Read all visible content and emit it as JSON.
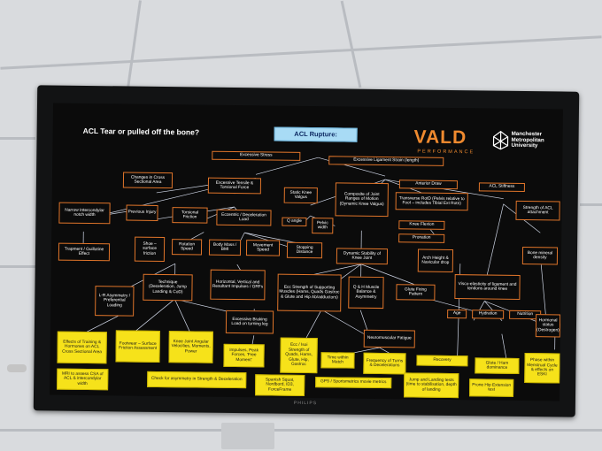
{
  "slide": {
    "title": "ACL Tear or pulled off the bone?",
    "brand_word": "VALD",
    "brand_sub": "PERFORMANCE",
    "university": "Manchester\nMetropolitan\nUniversity",
    "tv_brand": "PHILIPS"
  },
  "nodes": {
    "acl_rupture": "ACL Rupture:",
    "excessive_stress": "Excessive Stress",
    "excessive_ligament_strain": "Excessive Ligament Strain (length)",
    "changes_cross_section": "Changes in Cross Sectional Area",
    "excessive_tensile": "Excessive Tensile & Torsional Force",
    "static_knee_valgus": "Static Knee Valgus",
    "composite_rom": "Composite of Joint Ranges of Motion (Dynamic Knee Valgus)",
    "anterior_draw": "Anterior Draw",
    "transverse_rotd": "Transverse RotD (Pelvis relative to Foot – includes Tibial Ext Rotn)",
    "acl_stiffness": "ACL Stiffness",
    "narrow_notch": "Narrow Intercondylar notch width",
    "previous_injury": "Previous Injury",
    "torsional_friction": "Torsional Friction",
    "eccentric_decel": "Eccentric / Deceleration Load",
    "q_angle": "Q angle",
    "pelvic_width": "Pelvic width",
    "knee_flexion": "Knee Flexion",
    "strength_attachment": "Strength of ACL attachment",
    "pronation": "Pronation",
    "arch_height": "Arch Height & Navicular drop",
    "entrapment": "Trapment / Guillotine Effect",
    "shoe_friction": "Shoe – surface friction",
    "rotation_speed": "Rotation Speed",
    "body_mass": "Body Mass / BMI",
    "movement_speed": "Movement Speed",
    "stopping_distance": "Stopping Distance",
    "dynamic_stability": "Dynamic Stability of Knee Joint",
    "bone_mineral": "Bone mineral density",
    "technique": "Technique (Deceleration, Jump Landing & CoD)",
    "horizontal_impulses": "Horizontal, Vertical and Resultant Impulses / GRFs",
    "ecc_supporting": "Ecc Strength of Supporting Muscles (Hams, Quads Gastroc & Glute and Hip Ab/adductors)",
    "qh_balance": "Q & H Muscle Balance & Asymmetry",
    "glute_firing": "Glute Firing Pattern",
    "visco_elasticity": "Visco-elasticity of ligament and tendons around knee",
    "lr_asymmetry": "L-R Asymmetry / Preferential Loading",
    "excessive_braking": "Excessive Braking Load on turning leg",
    "age": "Age",
    "hydration": "Hydration",
    "nutrition": "Nutrition",
    "hormonal_status": "Hormonal status (Oestrogen)",
    "neuromuscular_fatigue": "Neuromuscular Fatigue"
  },
  "yellow_nodes": {
    "effects_training": "Effects of Training & Hormones on ACL Cross Sectional Area",
    "footwear": "Footwear – Surface Friction Assessment",
    "knee_joint_angular": "Knee Joint Angular Velocities, Moments, Power",
    "impulses_peak": "Impulses, Peak Forces, 'Free Moment'",
    "ecc_con_strength": "Ecc / Isoi Strength of Quads, Hams, Glute, Hip, Gastroc",
    "time_within_match": "Time within Match",
    "frequency_turns": "Frequency of Turns & Decelerations",
    "recovery": "Recovery",
    "glute_ham_dominance": "Glute / Ham dominance",
    "phase_menstrual": "Phase within Menstrual Cycle & effects on ESKI",
    "mri_assess": "MRI to assess CSA of ACL & intercondylar width",
    "check_asymmetry": "Check for asymmetry in Strength & Deceleration",
    "spanish_squat": "Spanish Squat, Nordbord, ID3, ForceFrame",
    "gps_sportsmetrics": "GPS / Sportsmetrics movie metrics",
    "jump_landing_tests": "Jump and Landing tests (time to stabilisation, depth of landing",
    "prone_hip": "Prone Hip Extension test"
  }
}
